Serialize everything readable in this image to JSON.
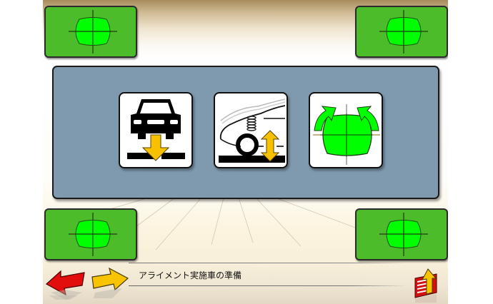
{
  "screen": {
    "background_top_color": "#a88c5c",
    "panel_color": "#7f99ae",
    "tile_color": "#4cbc2b",
    "tile_inner_color": "#00ff00"
  },
  "wheel_tiles": [
    {
      "position": "front-left",
      "icon": "wheel-target-icon"
    },
    {
      "position": "front-right",
      "icon": "wheel-target-icon"
    },
    {
      "position": "rear-left",
      "icon": "wheel-target-icon"
    },
    {
      "position": "rear-right",
      "icon": "wheel-target-icon"
    }
  ],
  "actions": [
    {
      "name": "lower-vehicle",
      "icon": "car-lower-arrow-icon"
    },
    {
      "name": "ride-height",
      "icon": "wheel-height-icon"
    },
    {
      "name": "wheel-runout",
      "icon": "wheel-rotate-icon"
    }
  ],
  "footer": {
    "back_icon": "red-back-arrow-icon",
    "forward_icon": "yellow-forward-arrow-icon",
    "status_text": "アライメント実施車の準備",
    "menu_icon": "menu-up-arrow-icon"
  }
}
